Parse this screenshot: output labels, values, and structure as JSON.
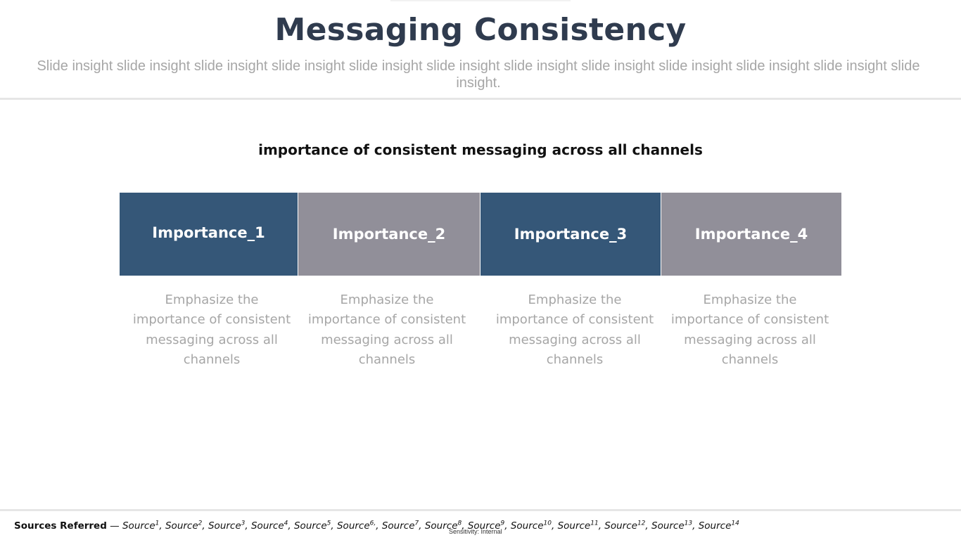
{
  "slide": {
    "title": "Messaging Consistency",
    "subtitle": "Slide insight slide insight slide insight slide insight slide insight slide insight slide insight slide insight slide insight slide insight slide insight slide insight.",
    "section_heading": "importance of consistent messaging across all channels"
  },
  "cards": [
    {
      "label": "Importance_1",
      "description": "Emphasize the importance of consistent messaging across all channels",
      "color": "#355778"
    },
    {
      "label": "Importance_2",
      "description": "Emphasize the importance of consistent messaging across all channels",
      "color": "#918f99"
    },
    {
      "label": "Importance_3",
      "description": "Emphasize the importance of consistent messaging across all channels",
      "color": "#355778"
    },
    {
      "label": "Importance_4",
      "description": "Emphasize the importance of consistent messaging across all channels",
      "color": "#918f99"
    }
  ],
  "footer": {
    "sources_label": "Sources Referred",
    "separator": " — ",
    "sources": [
      {
        "name": "Source",
        "ref": "1"
      },
      {
        "name": "Source",
        "ref": "2"
      },
      {
        "name": "Source",
        "ref": "3"
      },
      {
        "name": "Source",
        "ref": "4"
      },
      {
        "name": "Source",
        "ref": "5"
      },
      {
        "name": "Source",
        "ref": "6,"
      },
      {
        "name": "Source",
        "ref": "7"
      },
      {
        "name": "Source",
        "ref": "8"
      },
      {
        "name": "Source",
        "ref": "9"
      },
      {
        "name": "Source",
        "ref": "10"
      },
      {
        "name": "Source",
        "ref": "11"
      },
      {
        "name": "Source",
        "ref": "12"
      },
      {
        "name": "Source",
        "ref": "13"
      },
      {
        "name": "Source",
        "ref": "14"
      }
    ],
    "sensitivity": "Sensitivity: Internal"
  }
}
